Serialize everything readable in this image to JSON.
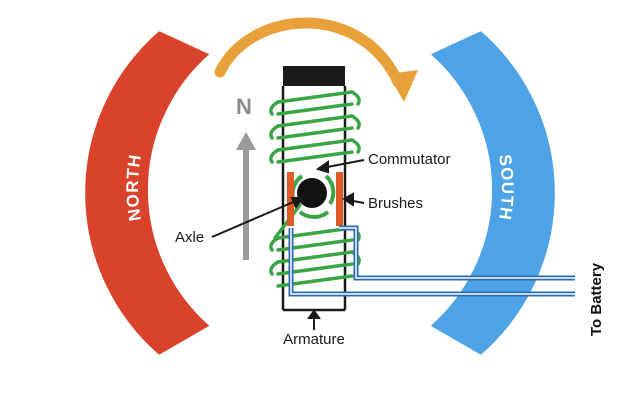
{
  "magnets": {
    "north": {
      "label": "NORTH",
      "color": "#d9432b"
    },
    "south": {
      "label": "SOUTH",
      "color": "#4ea3e6"
    }
  },
  "field_indicator": {
    "label": "N",
    "color": "#9a9a9a"
  },
  "rotation_arrow": {
    "color": "#e8a13a"
  },
  "coil": {
    "color": "#3aa544"
  },
  "brushes": {
    "color": "#e05a24"
  },
  "wires": {
    "color": "#2d6bb0"
  },
  "labels": {
    "commutator": "Commutator",
    "brushes": "Brushes",
    "axle": "Axle",
    "armature": "Armature",
    "battery": "To Battery"
  }
}
